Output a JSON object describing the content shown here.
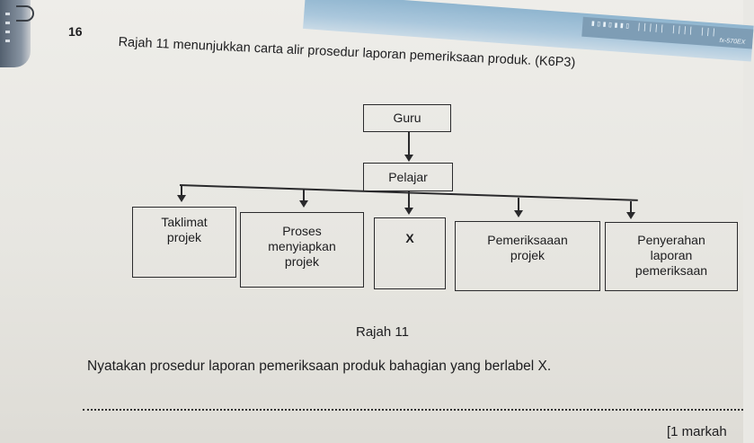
{
  "question": {
    "number": "16",
    "prompt": "Rajah 11 menunjukkan carta alir prosedur laporan pemeriksaan produk. (K6P3)",
    "caption": "Rajah 11",
    "instruction": "Nyatakan prosedur laporan pemeriksaan produk bahagian yang berlabel X.",
    "marks": "[1 markah"
  },
  "diagram": {
    "top_node": "Guru",
    "middle_node": "Pelajar",
    "steps": [
      {
        "lines": [
          "Taklimat",
          "projek"
        ]
      },
      {
        "lines": [
          "Proses",
          "menyiapkan",
          "projek"
        ]
      },
      {
        "lines": [
          "X"
        ]
      },
      {
        "lines": [
          "Pemeriksaaan",
          "projek"
        ]
      },
      {
        "lines": [
          "Penyerahan",
          "laporan",
          "pemeriksaan"
        ]
      }
    ]
  },
  "device": {
    "ticks": "▮▯▮▯▮▮▯ ||||| |||| |||",
    "brand": "fx-570EX"
  }
}
